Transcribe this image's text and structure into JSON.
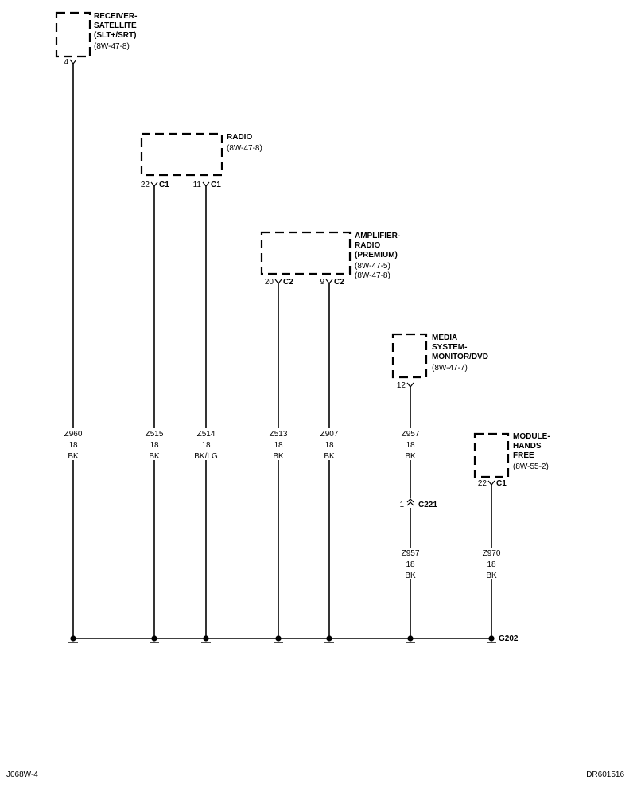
{
  "components": [
    {
      "id": "receiver",
      "name_lines": [
        "RECEIVER-",
        "SATELLITE",
        "(SLT+/SRT)"
      ],
      "refs": [
        "(8W-47-8)"
      ],
      "pins": [
        {
          "num": "4",
          "conn": ""
        }
      ]
    },
    {
      "id": "radio",
      "name_lines": [
        "RADIO"
      ],
      "refs": [
        "(8W-47-8)"
      ],
      "pins": [
        {
          "num": "22",
          "conn": "C1"
        },
        {
          "num": "11",
          "conn": "C1"
        }
      ]
    },
    {
      "id": "amplifier",
      "name_lines": [
        "AMPLIFIER-",
        "RADIO",
        "(PREMIUM)"
      ],
      "refs": [
        "(8W-47-5)",
        "(8W-47-8)"
      ],
      "pins": [
        {
          "num": "20",
          "conn": "C2"
        },
        {
          "num": "9",
          "conn": "C2"
        }
      ]
    },
    {
      "id": "media",
      "name_lines": [
        "MEDIA",
        "SYSTEM-",
        "MONITOR/DVD"
      ],
      "refs": [
        "(8W-47-7)"
      ],
      "pins": [
        {
          "num": "12",
          "conn": ""
        }
      ]
    },
    {
      "id": "handsfree",
      "name_lines": [
        "MODULE-",
        "HANDS",
        "FREE"
      ],
      "refs": [
        "(8W-55-2)"
      ],
      "pins": [
        {
          "num": "22",
          "conn": "C1"
        }
      ]
    }
  ],
  "wires": [
    {
      "circuit": "Z960",
      "gauge": "18",
      "color": "BK"
    },
    {
      "circuit": "Z515",
      "gauge": "18",
      "color": "BK"
    },
    {
      "circuit": "Z514",
      "gauge": "18",
      "color": "BK/LG"
    },
    {
      "circuit": "Z513",
      "gauge": "18",
      "color": "BK"
    },
    {
      "circuit": "Z907",
      "gauge": "18",
      "color": "BK"
    },
    {
      "circuit": "Z957",
      "gauge": "18",
      "color": "BK"
    },
    {
      "circuit": "Z957",
      "gauge": "18",
      "color": "BK"
    },
    {
      "circuit": "Z970",
      "gauge": "18",
      "color": "BK"
    }
  ],
  "inline_connector": {
    "pin": "1",
    "name": "C221"
  },
  "ground": {
    "name": "G202"
  },
  "footer": {
    "left": "J068W-4",
    "right": "DR601516"
  }
}
